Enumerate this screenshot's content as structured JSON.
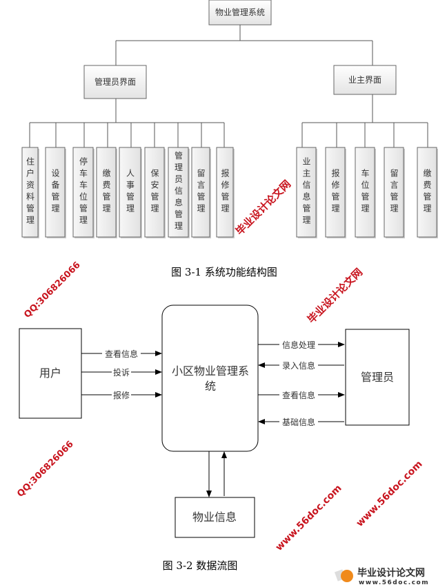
{
  "figure1": {
    "root": "物业管理系统",
    "branches": [
      {
        "label": "管理员界面",
        "children": [
          "住户资料管理",
          "设备管理",
          "停车车位管理",
          "缴费管理",
          "人事管理",
          "保安管理",
          "管理员信息管理",
          "留言管理",
          "报修管理"
        ]
      },
      {
        "label": "业主界面",
        "children": [
          "业主信息管理",
          "报修管理",
          "车位管理",
          "留言管理",
          "缴费管理"
        ]
      }
    ],
    "caption": "图 3-1 系统功能结构图"
  },
  "figure2": {
    "user": "用户",
    "system_line1": "小区物业管理系",
    "system_line2": "统",
    "admin": "管理员",
    "store": "物业信息",
    "user_flows": [
      "查看信息",
      "投诉",
      "报修"
    ],
    "admin_flows": [
      {
        "label": "信息处理",
        "direction": "to-admin"
      },
      {
        "label": "录入信息",
        "direction": "to-system"
      },
      {
        "label": "查看信息",
        "direction": "to-admin"
      },
      {
        "label": "基础信息",
        "direction": "to-system"
      }
    ],
    "caption": "图 3-2 数据流图"
  },
  "watermark": {
    "site_name": "毕业设计论文网",
    "url": "www.56doc.com",
    "qq": "QQ:306826066",
    "color": "#c8141e"
  },
  "logo": {
    "name": "毕业设计论文网",
    "url": "www.56doc.com"
  }
}
